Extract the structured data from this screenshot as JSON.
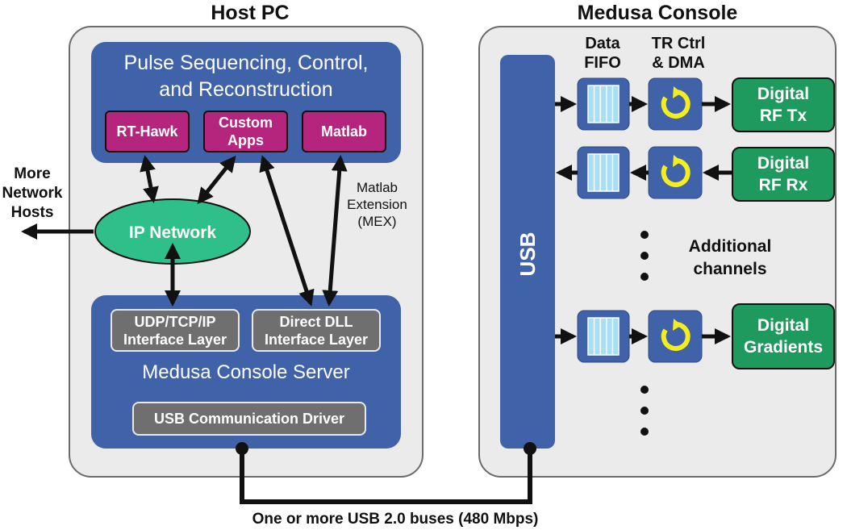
{
  "titles": {
    "host": "Host PC",
    "console": "Medusa Console"
  },
  "host": {
    "pulse_box": {
      "line1": "Pulse Sequencing, Control,",
      "line2": "and Reconstruction"
    },
    "apps": {
      "rthawk": "RT-Hawk",
      "custom_line1": "Custom",
      "custom_line2": "Apps",
      "matlab": "Matlab"
    },
    "ip_network": "IP Network",
    "more_hosts": [
      "More",
      "Network",
      "Hosts"
    ],
    "mex": [
      "Matlab",
      "Extension",
      "(MEX)"
    ],
    "server": {
      "udp_line1": "UDP/TCP/IP",
      "udp_line2": "Interface Layer",
      "dll_line1": "Direct DLL",
      "dll_line2": "Interface Layer",
      "name": "Medusa Console Server",
      "usb_driver": "USB Communication Driver"
    }
  },
  "console": {
    "usb": "USB",
    "headers": {
      "fifo_line1": "Data",
      "fifo_line2": "FIFO",
      "tr_line1": "TR Ctrl",
      "tr_line2": "& DMA"
    },
    "tx": [
      "Digital",
      "RF Tx"
    ],
    "rx": [
      "Digital",
      "RF Rx"
    ],
    "additional": [
      "Additional",
      "channels"
    ],
    "gradients": [
      "Digital",
      "Gradients"
    ]
  },
  "bus_label": "One or more USB 2.0 buses (480 Mbps)",
  "colors": {
    "panel": "#ebebeb",
    "blue": "#4062a8",
    "magenta": "#b5257d",
    "green": "#1f9a5e",
    "ip_green": "#2fbf8a",
    "grey": "#6f6f6f",
    "fifo": "#a8dff5",
    "cycle": "#f5ee1e"
  }
}
